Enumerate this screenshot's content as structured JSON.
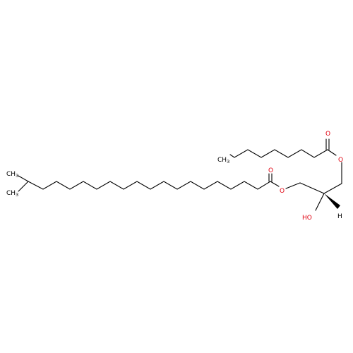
{
  "atom_labels": {
    "carbonyl_o_top": "O",
    "ester_o_top": "O",
    "carbonyl_o_left": "O",
    "ester_o_left": "O",
    "hydroxyl": "HO",
    "stereo_h": "H",
    "ch3_upper": "CH",
    "ch3_upper_sub": "3",
    "ch3_lower": "CH",
    "ch3_lower_sub": "3",
    "ch3_octanoyl": "CH",
    "ch3_octanoyl_sub": "3"
  },
  "colors": {
    "bond": "#000000",
    "heteroatom_oxygen": "#e0000f"
  }
}
